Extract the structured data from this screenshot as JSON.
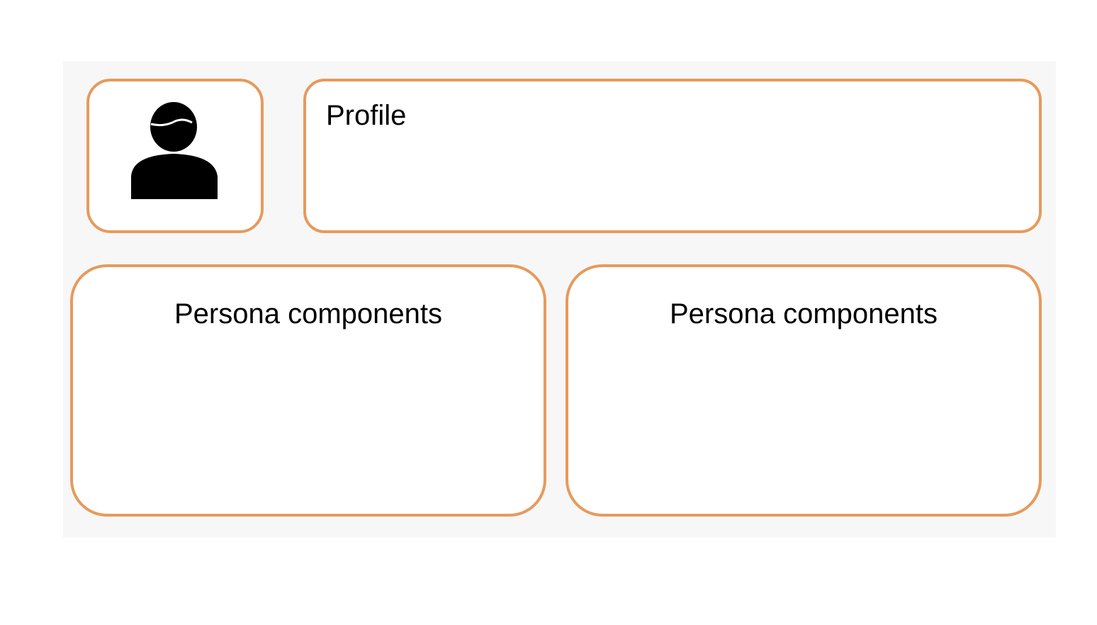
{
  "icons": {
    "avatar": "user-avatar-icon"
  },
  "colors": {
    "card_border": "#e69a5c",
    "canvas_background": "#f7f7f7",
    "icon": "#000000"
  },
  "profile": {
    "label": "Profile"
  },
  "persona_components": [
    {
      "label": "Persona components"
    },
    {
      "label": "Persona components"
    }
  ]
}
